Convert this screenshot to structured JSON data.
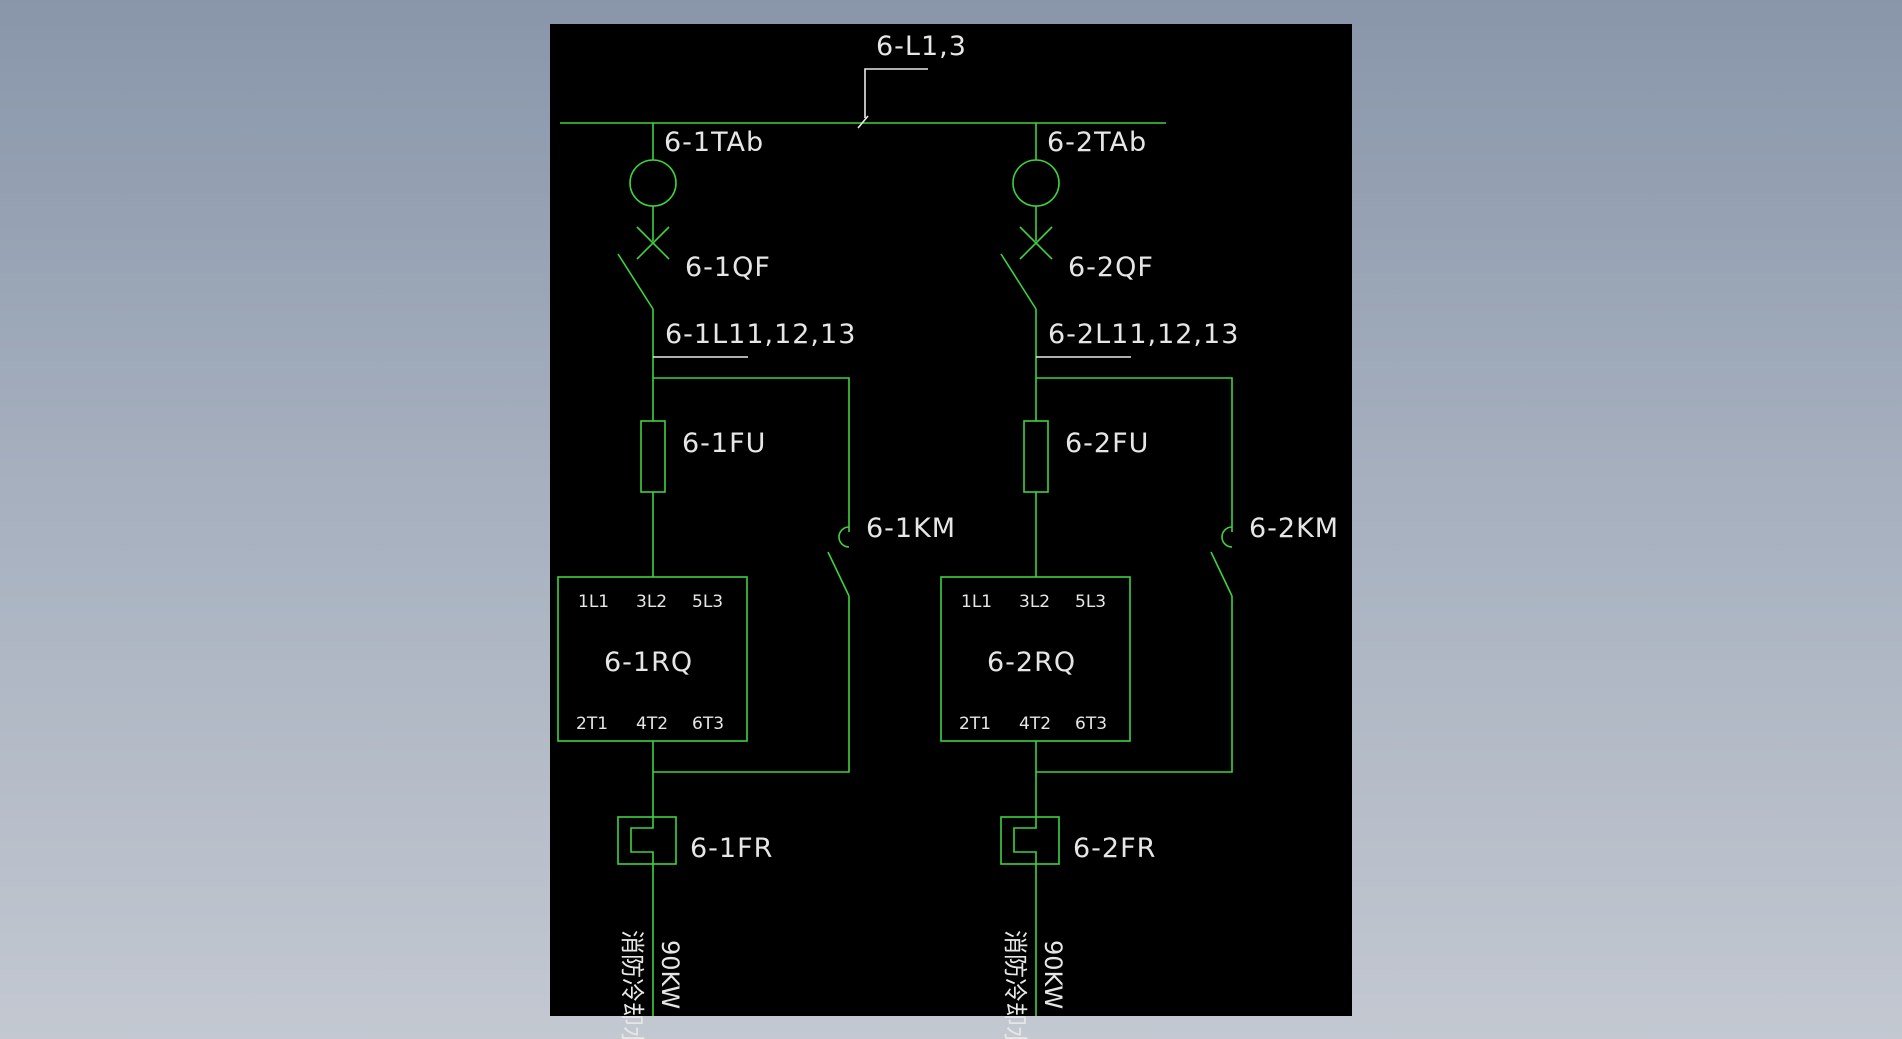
{
  "bus": {
    "label": "6-L1,3"
  },
  "feeders": [
    {
      "ct": "6-1TAb",
      "breaker": "6-1QF",
      "line": "6-1L11,12,13",
      "fuse": "6-1FU",
      "contactor": "6-1KM",
      "starter": "6-1RQ",
      "terminals_top": [
        "1L1",
        "3L2",
        "5L3"
      ],
      "terminals_bottom": [
        "2T1",
        "4T2",
        "6T3"
      ],
      "relay": "6-1FR",
      "load_name": "消防冷却水",
      "load_power": "90KW"
    },
    {
      "ct": "6-2TAb",
      "breaker": "6-2QF",
      "line": "6-2L11,12,13",
      "fuse": "6-2FU",
      "contactor": "6-2KM",
      "starter": "6-2RQ",
      "terminals_top": [
        "1L1",
        "3L2",
        "5L3"
      ],
      "terminals_bottom": [
        "2T1",
        "4T2",
        "6T3"
      ],
      "relay": "6-2FR",
      "load_name": "消防冷却水",
      "load_power": "90KW"
    }
  ],
  "colors": {
    "canvas": "#000000",
    "wire": "#3fd13f",
    "text": "#e6e6e6"
  }
}
